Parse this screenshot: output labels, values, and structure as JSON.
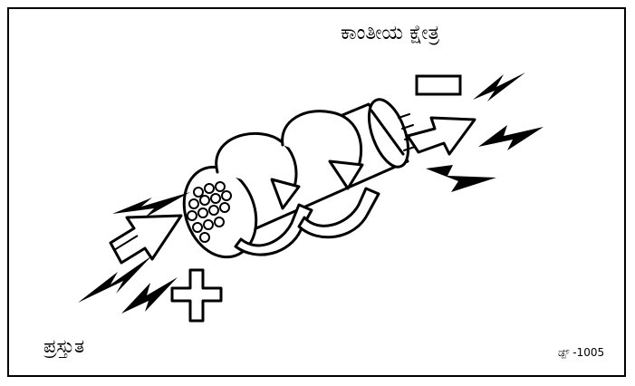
{
  "labels": {
    "magnetic_field": "ಕಾಂತೀಯ ಕ್ಷೇತ್ರ",
    "current": "ಪ್ರಸ್ತುತ",
    "figure_code": "ಡ್ಪ್ -1005"
  },
  "symbols": {
    "negative": "minus-sign",
    "positive": "plus-sign"
  },
  "colors": {
    "ink": "#000000",
    "paper": "#ffffff"
  }
}
